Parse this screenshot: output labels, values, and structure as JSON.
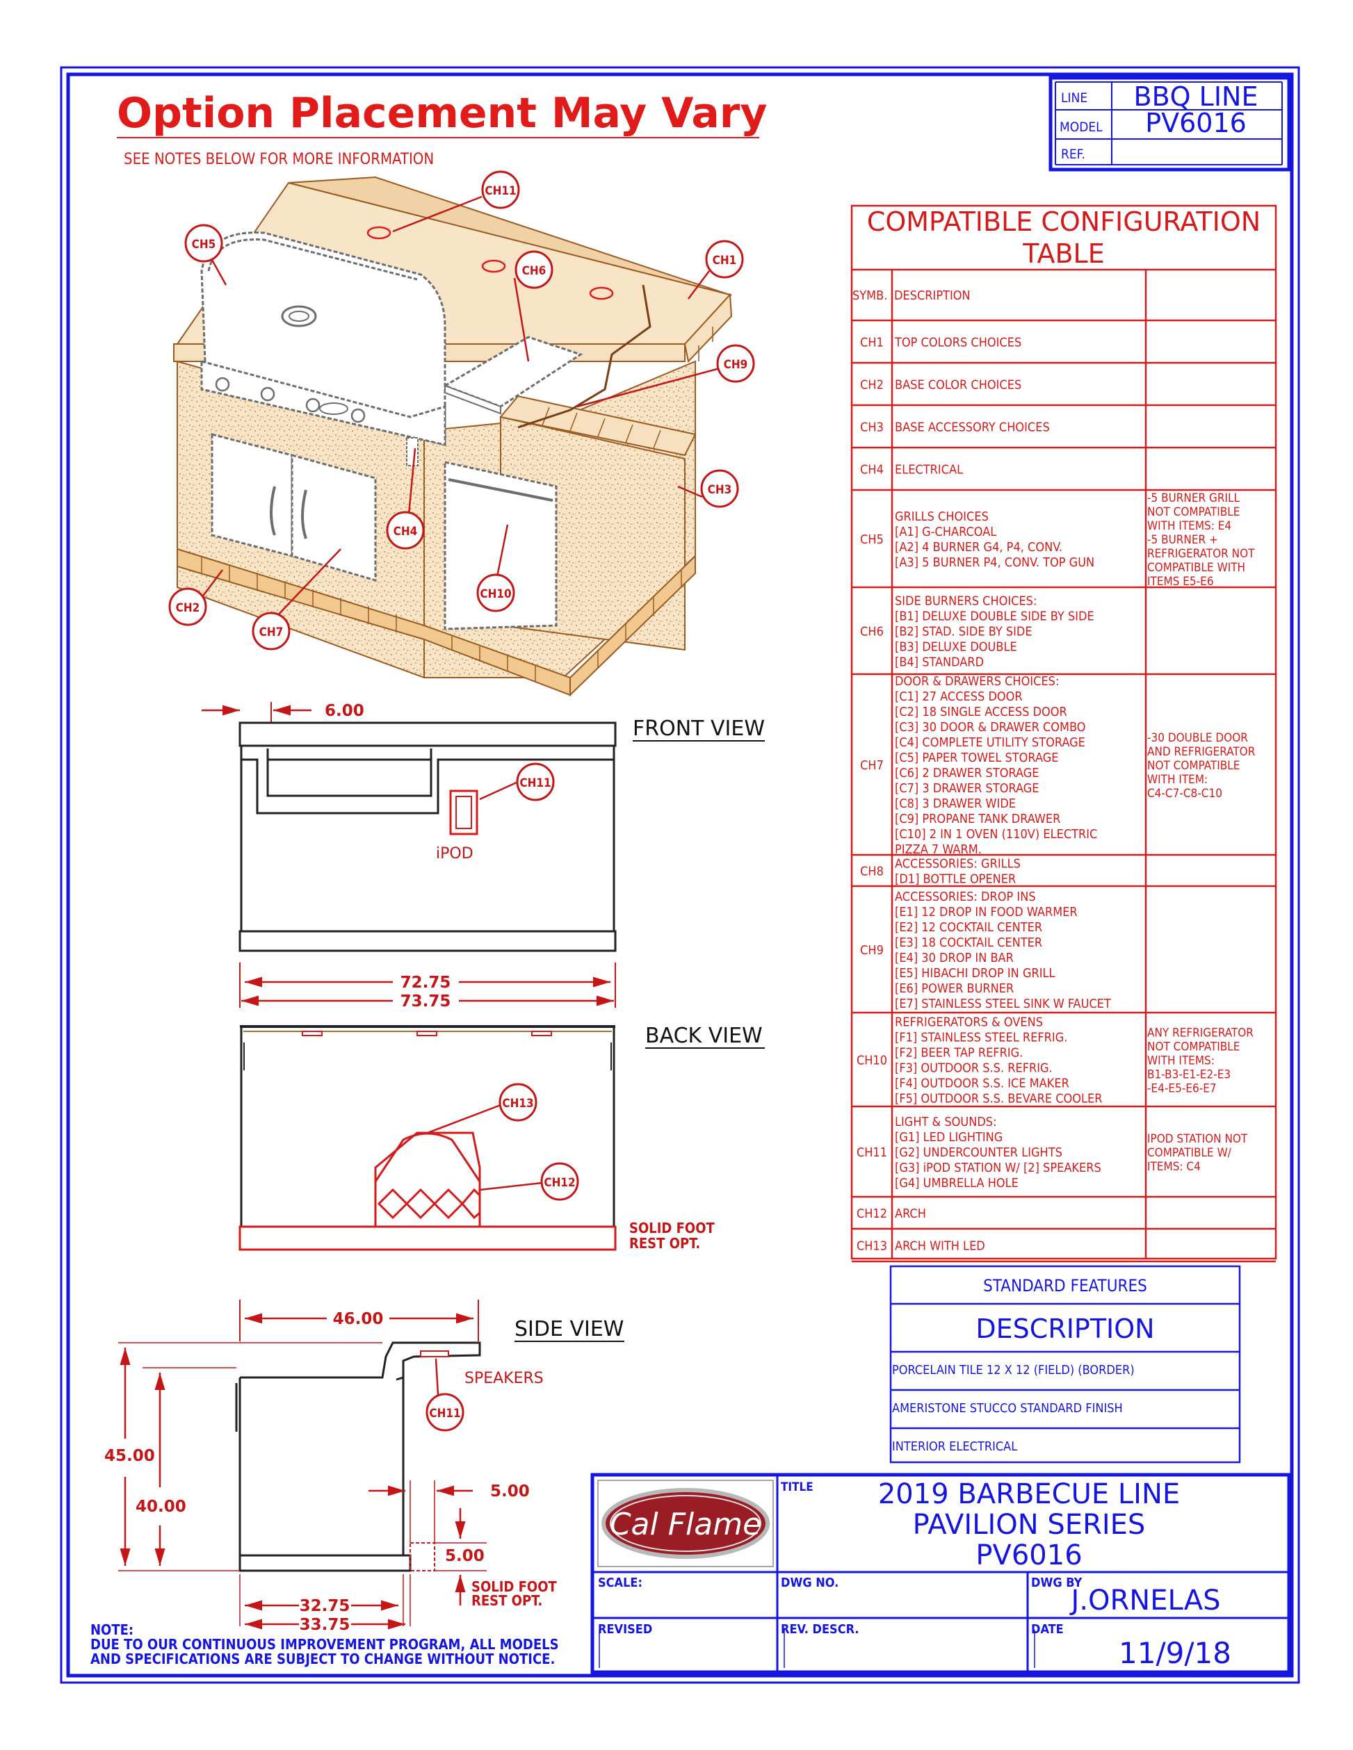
{
  "header": {
    "warning": "Option Placement May Vary",
    "subnote": "SEE NOTES BELOW FOR MORE INFORMATION"
  },
  "titleblock": {
    "line_label": "LINE",
    "line_value": "BBQ LINE",
    "model_label": "MODEL",
    "model_value": "PV6016",
    "ref_label": "REF."
  },
  "callouts": [
    "CH11",
    "CH5",
    "CH6",
    "CH1",
    "CH9",
    "CH3",
    "CH4",
    "CH10",
    "CH2",
    "CH7"
  ],
  "front_view": {
    "title": "FRONT VIEW",
    "dim_offset": "6.00",
    "callout": "CH11",
    "ipod_label": "iPOD",
    "dim_inner": "72.75",
    "dim_outer": "73.75"
  },
  "back_view": {
    "title": "BACK VIEW",
    "callout_top": "CH13",
    "callout_arch": "CH12",
    "foot_note_1": "SOLID FOOT",
    "foot_note_2": "REST OPT."
  },
  "side_view": {
    "title": "SIDE VIEW",
    "dim_depth": "46.00",
    "speakers": "SPEAKERS",
    "callout": "CH11",
    "dim_height_total": "45.00",
    "dim_height_base": "40.00",
    "dim_toe_w": "5.00",
    "dim_toe_h": "5.00",
    "foot_note_1": "SOLID FOOT",
    "foot_note_2": "REST OPT.",
    "dim_base_inner": "32.75",
    "dim_base_outer": "33.75"
  },
  "note": {
    "label": "NOTE:",
    "line1": "DUE TO OUR CONTINUOUS IMPROVEMENT PROGRAM, ALL MODELS",
    "line2": "AND SPECIFICATIONS ARE SUBJECT TO CHANGE WITHOUT NOTICE."
  },
  "config_table": {
    "title1": "COMPATIBLE CONFIGURATION",
    "title2": "TABLE",
    "head_symb": "SYMB.",
    "head_desc": "DESCRIPTION",
    "rows": [
      {
        "symb": "CH1",
        "desc": [
          "TOP COLORS CHOICES"
        ],
        "note": []
      },
      {
        "symb": "CH2",
        "desc": [
          "BASE COLOR CHOICES"
        ],
        "note": []
      },
      {
        "symb": "CH3",
        "desc": [
          "BASE ACCESSORY CHOICES"
        ],
        "note": []
      },
      {
        "symb": "CH4",
        "desc": [
          "ELECTRICAL"
        ],
        "note": []
      },
      {
        "symb": "CH5",
        "desc": [
          "GRILLS CHOICES",
          "[A1] G-CHARCOAL",
          "[A2] 4 BURNER G4, P4, CONV.",
          "[A3] 5 BURNER P4, CONV. TOP GUN"
        ],
        "note": [
          "-5 BURNER GRILL",
          "NOT COMPATIBLE",
          "WITH ITEMS: E4",
          "-5 BURNER +",
          "REFRIGERATOR NOT",
          "COMPATIBLE WITH",
          "ITEMS E5-E6"
        ]
      },
      {
        "symb": "CH6",
        "desc": [
          "SIDE BURNERS CHOICES:",
          "[B1] DELUXE DOUBLE SIDE BY SIDE",
          "[B2] STAD. SIDE BY SIDE",
          "[B3] DELUXE DOUBLE",
          "[B4] STANDARD"
        ],
        "note": []
      },
      {
        "symb": "CH7",
        "desc": [
          "DOOR & DRAWERS CHOICES:",
          "[C1] 27 ACCESS DOOR",
          "[C2] 18 SINGLE ACCESS DOOR",
          "[C3] 30 DOOR & DRAWER COMBO",
          "[C4] COMPLETE UTILITY STORAGE",
          "[C5] PAPER TOWEL STORAGE",
          "[C6] 2 DRAWER STORAGE",
          "[C7] 3 DRAWER STORAGE",
          "[C8] 3 DRAWER WIDE",
          "[C9] PROPANE TANK DRAWER",
          "[C10] 2 IN 1 OVEN (110V) ELECTRIC",
          "PIZZA 7 WARM."
        ],
        "note": [
          "-30 DOUBLE DOOR",
          "AND REFRIGERATOR",
          "NOT COMPATIBLE",
          "WITH ITEM:",
          "C4-C7-C8-C10"
        ]
      },
      {
        "symb": "CH8",
        "desc": [
          "ACCESSORIES: GRILLS",
          "[D1] BOTTLE OPENER"
        ],
        "note": []
      },
      {
        "symb": "CH9",
        "desc": [
          "ACCESSORIES: DROP INS",
          "[E1] 12 DROP IN FOOD WARMER",
          "[E2] 12 COCKTAIL CENTER",
          "[E3] 18 COCKTAIL CENTER",
          "[E4] 30 DROP IN BAR",
          "[E5] HIBACHI DROP IN GRILL",
          "[E6] POWER BURNER",
          "[E7] STAINLESS STEEL SINK W FAUCET"
        ],
        "note": []
      },
      {
        "symb": "CH10",
        "desc": [
          "REFRIGERATORS & OVENS",
          "[F1] STAINLESS STEEL REFRIG.",
          "[F2] BEER TAP REFRIG.",
          "[F3] OUTDOOR S.S. REFRIG.",
          "[F4] OUTDOOR S.S. ICE MAKER",
          "[F5] OUTDOOR S.S. BEVARE COOLER"
        ],
        "note": [
          "ANY REFRIGERATOR",
          "NOT COMPATIBLE",
          "WITH ITEMS:",
          "B1-B3-E1-E2-E3",
          "-E4-E5-E6-E7"
        ]
      },
      {
        "symb": "CH11",
        "desc": [
          "LIGHT & SOUNDS:",
          "[G1] LED LIGHTING",
          "[G2] UNDERCOUNTER LIGHTS",
          "[G3] iPOD STATION W/ [2] SPEAKERS",
          "[G4] UMBRELLA HOLE"
        ],
        "note": [
          "IPOD STATION NOT",
          "COMPATIBLE W/",
          "ITEMS: C4"
        ]
      },
      {
        "symb": "CH12",
        "desc": [
          "ARCH"
        ],
        "note": []
      },
      {
        "symb": "CH13",
        "desc": [
          "ARCH WITH LED"
        ],
        "note": []
      }
    ]
  },
  "standard_features": {
    "title": "STANDARD FEATURES",
    "heading": "DESCRIPTION",
    "items": [
      "PORCELAIN TILE 12 X 12 (FIELD) (BORDER)",
      "AMERISTONE STUCCO STANDARD FINISH",
      "INTERIOR ELECTRICAL"
    ]
  },
  "title_block_bottom": {
    "logo": "Cal Flame",
    "title_label": "TITLE",
    "title_line1": "2019 BARBECUE LINE",
    "title_line2": "PAVILION SERIES",
    "title_line3": "PV6016",
    "scale_label": "SCALE:",
    "dwg_no_label": "DWG NO.",
    "dwg_by_label": "DWG BY",
    "dwg_by_value": "J.ORNELAS",
    "revised_label": "REVISED",
    "rev_descr_label": "REV. DESCR.",
    "date_label": "DATE",
    "date_value": "11/9/18"
  },
  "colors": {
    "blue": "#1515e0",
    "red": "#d41a1a",
    "brown": "#b36a26",
    "stucco": "#f6e0bf"
  }
}
